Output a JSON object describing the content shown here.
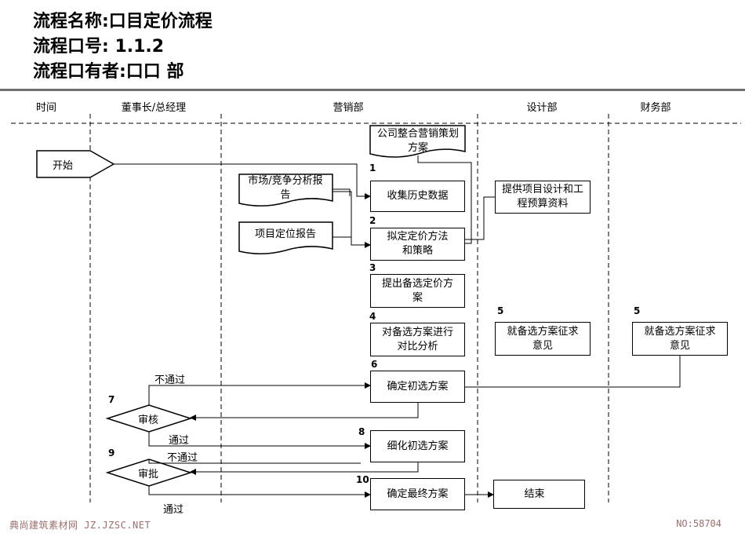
{
  "header": {
    "title_line1": "流程名称:口目定价流程",
    "title_line2": "流程口号: 1.1.2",
    "title_line3": "流程口有者:口口 部"
  },
  "lanes": [
    "时间",
    "董事长/总经理",
    "营销部",
    "设计部",
    "财务部"
  ],
  "start_label": "开始",
  "documents": {
    "company_plan": "公司整合营销策划方案",
    "market_report": "市场/竞争分析报告",
    "positioning_report": "项目定位报告"
  },
  "steps": {
    "s1": {
      "num": "1",
      "text": "收集历史数据"
    },
    "s2": {
      "num": "2",
      "text": "拟定定价方法和策略"
    },
    "s3": {
      "num": "3",
      "text": "提出备选定价方案"
    },
    "s4": {
      "num": "4",
      "text": "对备选方案进行对比分析"
    },
    "s5a": {
      "num": "5",
      "text": "就备选方案征求意见"
    },
    "s5b": {
      "num": "5",
      "text": "就备选方案征求意见"
    },
    "s6": {
      "num": "6",
      "text": "确定初选方案"
    },
    "s7": {
      "num": "7",
      "text": "审核"
    },
    "s8": {
      "num": "8",
      "text": "细化初选方案"
    },
    "s9": {
      "num": "9",
      "text": "审批"
    },
    "s10": {
      "num": "10",
      "text": "确定最终方案"
    },
    "design": {
      "text": "提供项目设计和工程预算资料"
    },
    "end": {
      "text": "结束"
    }
  },
  "edge_labels": {
    "reject1": "不通过",
    "pass1": "通过",
    "reject2": "不通过",
    "pass2": "通过"
  },
  "footer": {
    "watermark": "典尚建筑素材网 JZ.JZSC.NET",
    "number": "NO:58704"
  }
}
